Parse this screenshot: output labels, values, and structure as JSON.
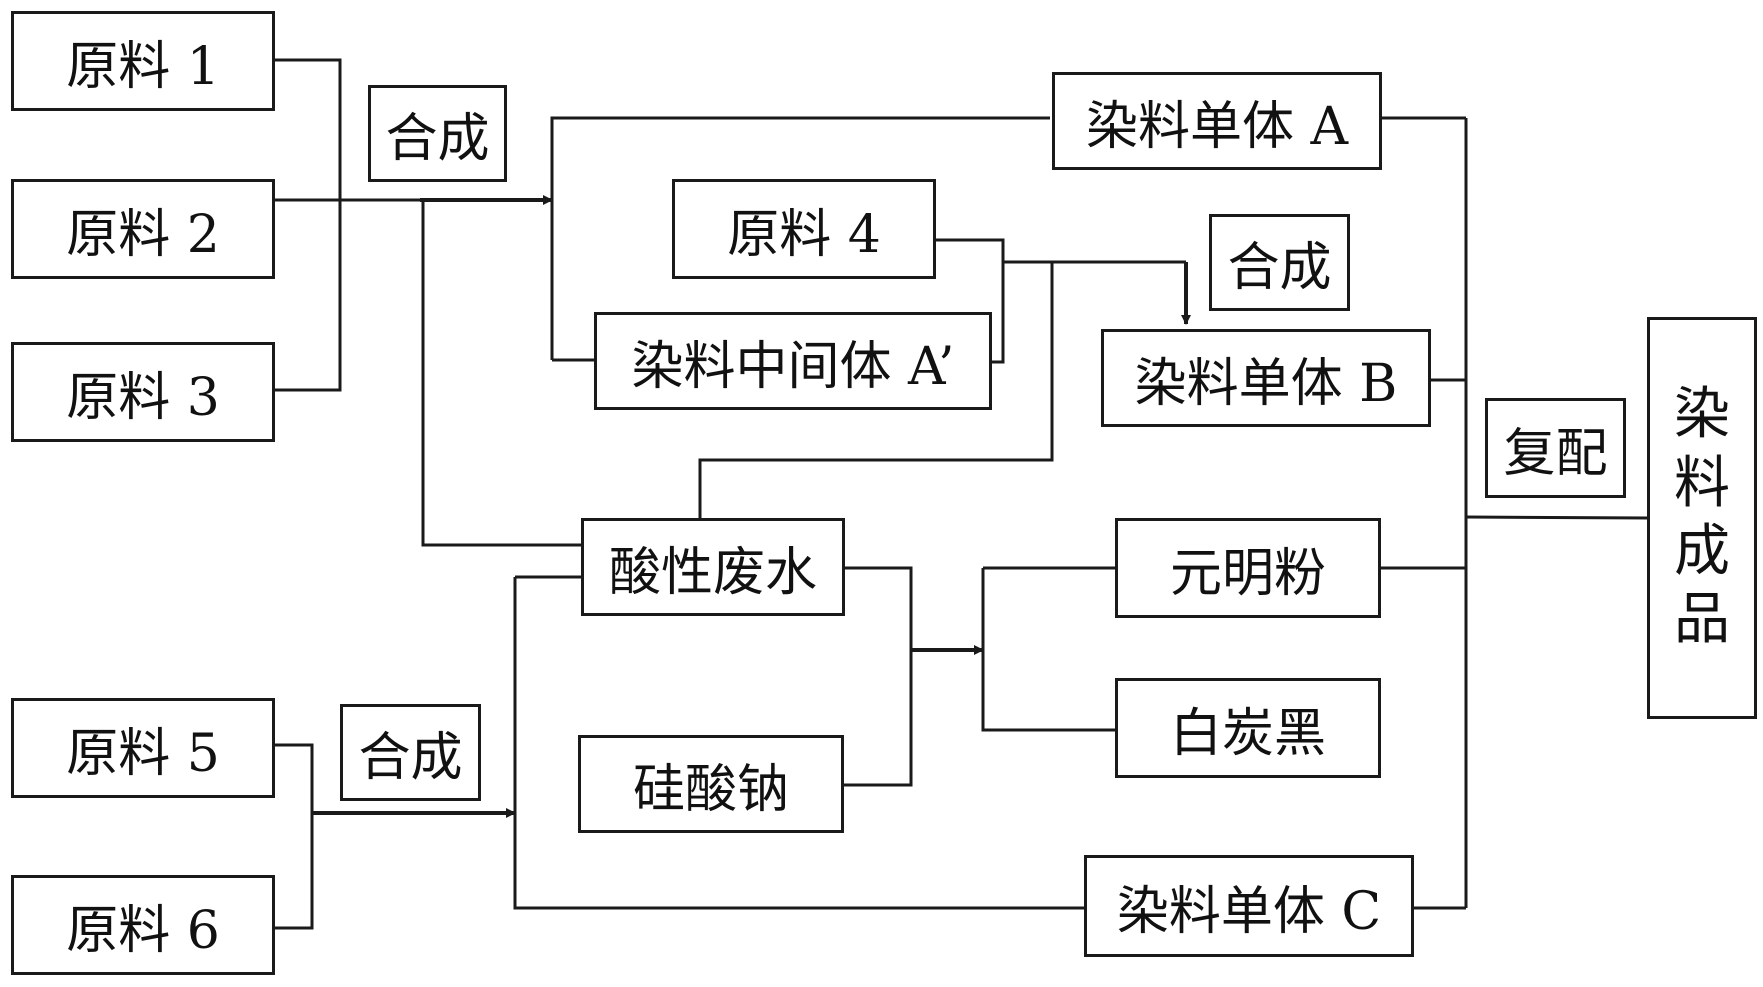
{
  "raw_materials": {
    "m1": "原料 1",
    "m2": "原料 2",
    "m3": "原料 3",
    "m4": "原料 4",
    "m5": "原料 5",
    "m6": "原料 6"
  },
  "process_labels": {
    "synth_top": "合成",
    "synth_b": "合成",
    "synth_bottom": "合成",
    "compound": "复配"
  },
  "nodes": {
    "dye_monomer_a": "染料单体 A",
    "dye_intermediate": "染料中间体 A’",
    "dye_monomer_b": "染料单体 B",
    "acid_wastewater": "酸性废水",
    "sodium_silicate": "硅酸钠",
    "sodium_sulfate": "元明粉",
    "white_carbon_black": "白炭黑",
    "dye_monomer_c": "染料单体 C",
    "final_product": [
      "染",
      "料",
      "成",
      "品"
    ]
  },
  "colors": {
    "line": "#1a1a1a",
    "text": "#111111",
    "background": "#ffffff"
  }
}
